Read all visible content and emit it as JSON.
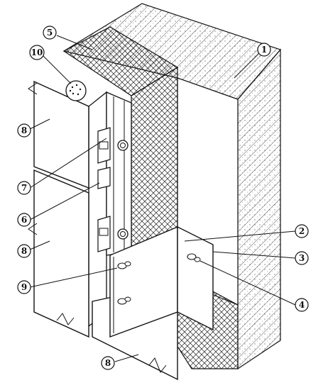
{
  "callouts": [
    {
      "id": "c1",
      "label": "1"
    },
    {
      "id": "c2",
      "label": "2"
    },
    {
      "id": "c3",
      "label": "3"
    },
    {
      "id": "c4",
      "label": "4"
    },
    {
      "id": "c5",
      "label": "5"
    },
    {
      "id": "c6",
      "label": "6"
    },
    {
      "id": "c7",
      "label": "7"
    },
    {
      "id": "c8a",
      "label": "8"
    },
    {
      "id": "c8b",
      "label": "8"
    },
    {
      "id": "c8c",
      "label": "8"
    },
    {
      "id": "c9",
      "label": "9"
    },
    {
      "id": "c10",
      "label": "10"
    }
  ]
}
